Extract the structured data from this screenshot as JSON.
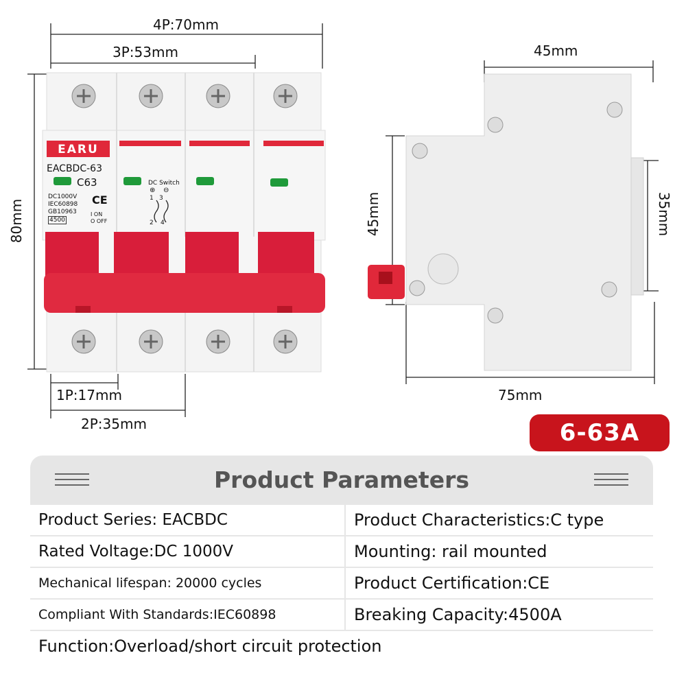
{
  "dimensions": {
    "p4": "4P:70mm",
    "p3": "3P:53mm",
    "p1": "1P:17mm",
    "p2": "2P:35mm",
    "height_front": "80mm",
    "side_width": "45mm",
    "side_height": "45mm",
    "side_rail": "35mm",
    "side_depth": "75mm"
  },
  "device": {
    "brand": "EARU",
    "model": "EACBDC-63",
    "rating": "C63",
    "voltage": "DC1000V",
    "std1": "IEC60898",
    "std2": "GB10963",
    "capacity": "4500",
    "on_label": "I ON",
    "off_label": "O OFF",
    "dc_switch": "DC Switch",
    "ce_mark": "CE",
    "terminal_1": "1",
    "terminal_3": "3",
    "terminal_2": "2",
    "terminal_4": "4",
    "plus_sign": "⊕",
    "minus_sign": "⊖",
    "body_color": "#f2f2f2",
    "accent_color": "#e0283a"
  },
  "badge": {
    "text": "6-63A",
    "color": "#c8141c"
  },
  "params": {
    "title": "Product Parameters",
    "rows": [
      {
        "left": "Product Series: EACBDC",
        "right": "Product Characteristics:C type"
      },
      {
        "left": "Rated Voltage:DC 1000V",
        "right": "Mounting: rail mounted"
      },
      {
        "left": "Mechanical lifespan: 20000 cycles",
        "right": "Product Certification:CE"
      },
      {
        "left": "Compliant With Standards:IEC60898",
        "right": "Breaking Capacity:4500A"
      }
    ],
    "footer": "Function:Overload/short circuit protection"
  }
}
